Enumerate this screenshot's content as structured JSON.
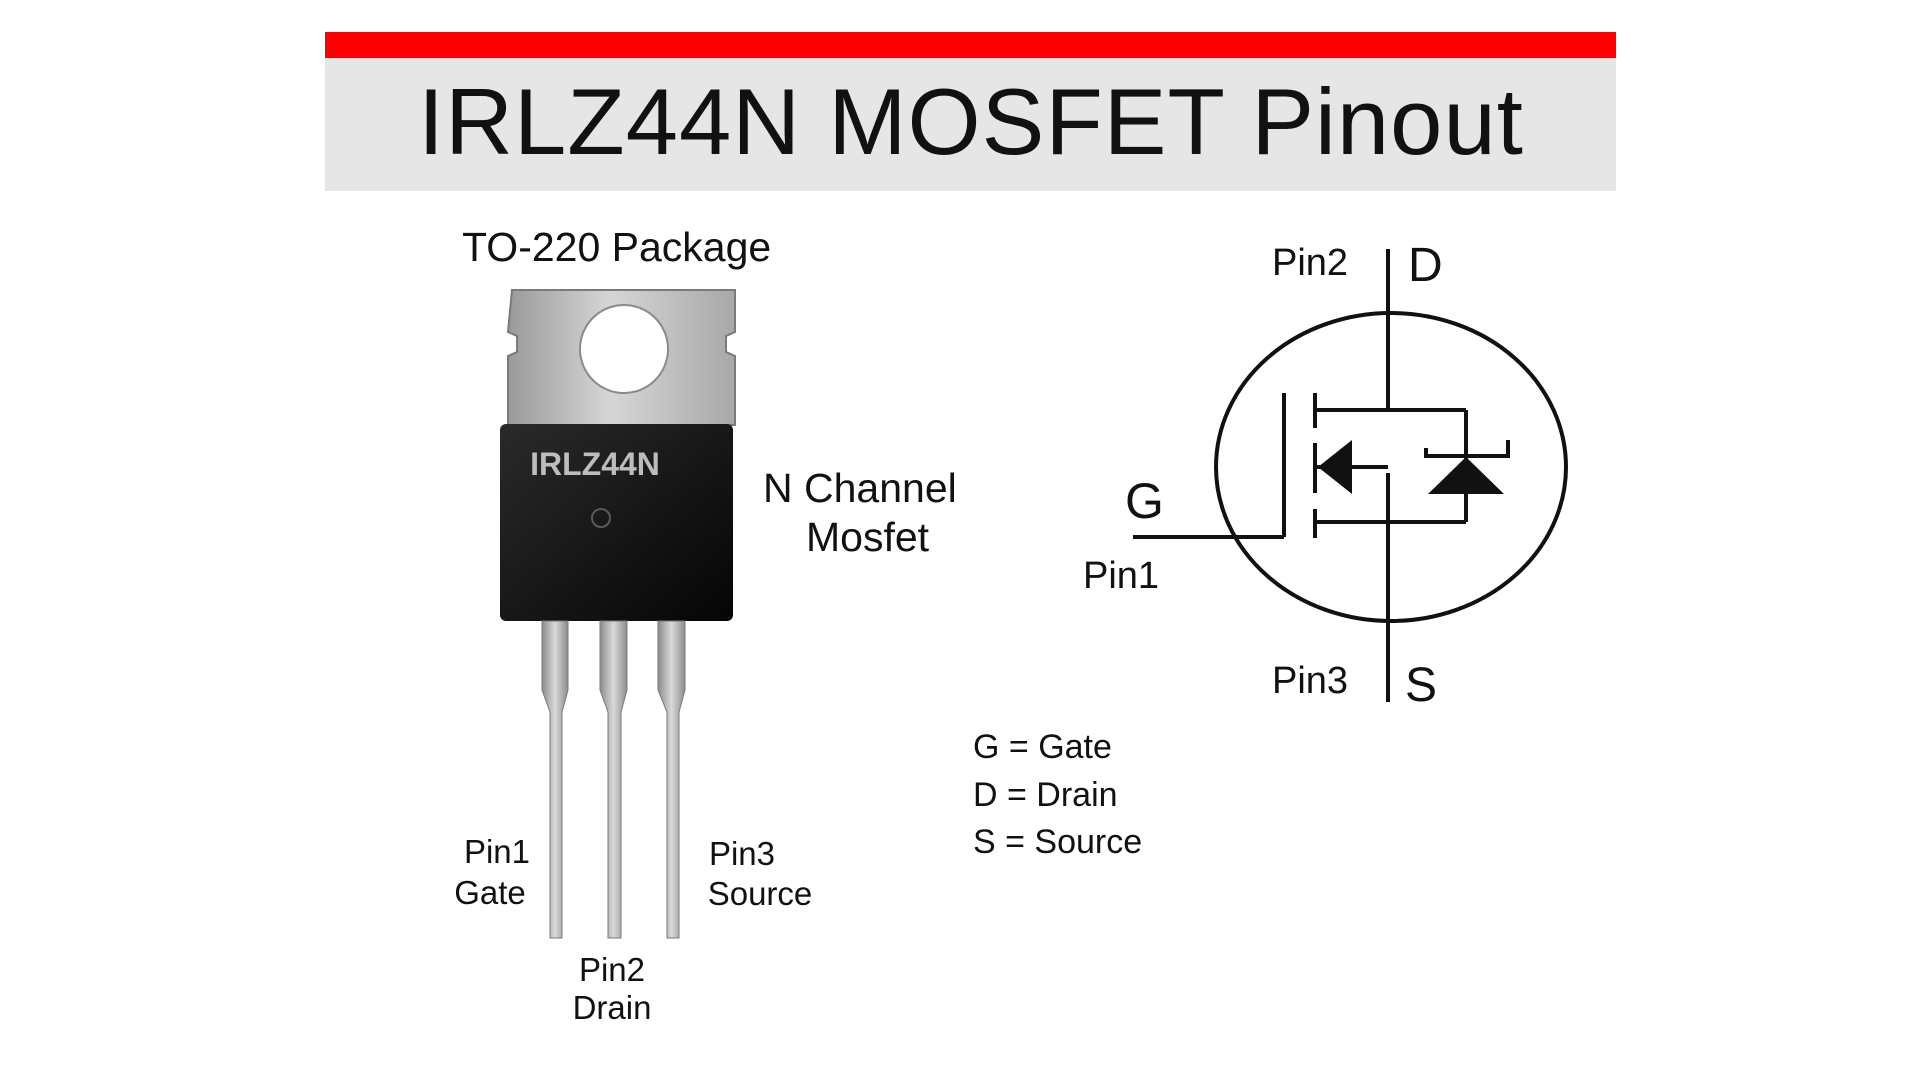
{
  "header": {
    "title": "IRLZ44N MOSFET Pinout",
    "accent_color": "#ff0000",
    "panel_color": "#e6e6e6"
  },
  "package": {
    "title": "TO-220 Package",
    "marking": "IRLZ44N",
    "channel_line1": "N Channel",
    "channel_line2": "Mosfet",
    "pins": [
      {
        "number": "Pin1",
        "name": "Gate"
      },
      {
        "number": "Pin2",
        "name": "Drain"
      },
      {
        "number": "Pin3",
        "name": "Source"
      }
    ]
  },
  "symbol": {
    "drain_pin": "Pin2",
    "drain_letter": "D",
    "gate_letter": "G",
    "gate_pin": "Pin1",
    "source_pin": "Pin3",
    "source_letter": "S"
  },
  "legend": [
    "G = Gate",
    "D = Drain",
    "S = Source"
  ]
}
